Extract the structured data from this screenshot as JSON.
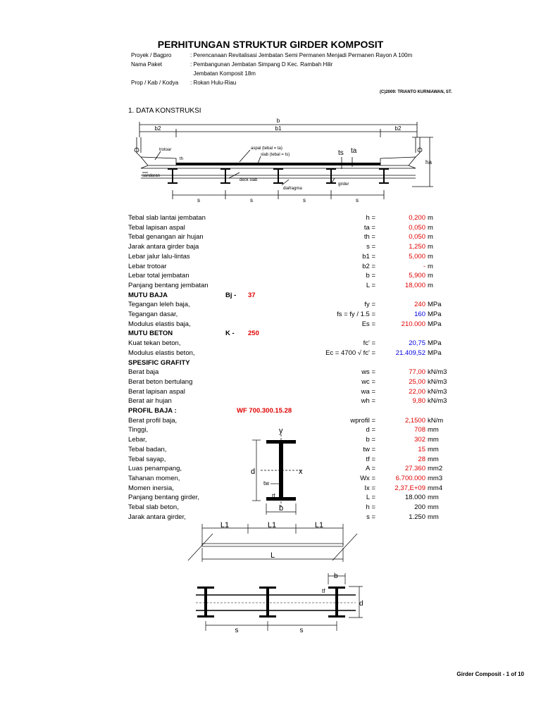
{
  "title": "PERHITUNGAN STRUKTUR GIRDER KOMPOSIT",
  "project": [
    {
      "label": "Proyek / Bagpro",
      "value": ": Perencanaan Revitalisasi Jembatan Semi Permanen Menjadi Permanen Rayon A 100m"
    },
    {
      "label": "Nama Paket",
      "value": ": Pembangunan Jembatan Simpang D Kec. Rambah Hilir"
    },
    {
      "label": "",
      "value": "  Jembatan Komposit 18m"
    },
    {
      "label": "Prop / Kab / Kodya",
      "value": ": Rokan Hulu-Riau"
    }
  ],
  "credit": "(C)2009: TRIANTO KURNIAWAN, ST.",
  "section_title": "1. DATA KONSTRUKSI",
  "diagram1": {
    "b": "b",
    "b1": "b1",
    "b2": "b2",
    "ts": "ts",
    "ta": "ta",
    "ha": "ha",
    "th": "th",
    "s": "s",
    "trotoar": "trotoar",
    "aspal": "aspal (tebal = ta)",
    "slab": "slab (tebal = ts)",
    "sandaran": "sandaran",
    "deck_slab": "deck slab",
    "diafragma": "diafragma",
    "girder": "girder"
  },
  "rows": [
    {
      "label": "Tebal slab lantai jembatan",
      "sym": "h =",
      "val": "0,200",
      "unit": "m",
      "c": "red"
    },
    {
      "label": "Tebal lapisan aspal",
      "sym": "ta =",
      "val": "0,050",
      "unit": "m",
      "c": "red"
    },
    {
      "label": "Tebal genangan air hujan",
      "sym": "th =",
      "val": "0,050",
      "unit": "m",
      "c": "red"
    },
    {
      "label": "Jarak antara girder baja",
      "sym": "s =",
      "val": "1,250",
      "unit": "m",
      "c": "red"
    },
    {
      "label": "Lebar jalur lalu-lintas",
      "sym": "b1 =",
      "val": "5,000",
      "unit": "m",
      "c": "red"
    },
    {
      "label": "Lebar trotoar",
      "sym": "b2 =",
      "val": "-",
      "unit": "m",
      "c": "red"
    },
    {
      "label": "Lebar total jembatan",
      "sym": "b =",
      "val": "5,900",
      "unit": "m",
      "c": "red"
    },
    {
      "label": "Panjang bentang jembatan",
      "sym": "L =",
      "val": "18,000",
      "unit": "m",
      "c": "red"
    },
    {
      "label": "MUTU BAJA",
      "bold": true,
      "mk": "Bj -",
      "mv": "37"
    },
    {
      "label": "Tegangan leleh baja,",
      "sym": "fy =",
      "val": "240",
      "unit": "MPa",
      "c": "red"
    },
    {
      "label": "Tegangan dasar,",
      "sym": "fs = fy / 1.5 =",
      "val": "160",
      "unit": "MPa",
      "c": "blue"
    },
    {
      "label": "Modulus elastis baja,",
      "sym": "Es =",
      "val": "210.000",
      "unit": "MPa",
      "c": "red"
    },
    {
      "label": "MUTU BETON",
      "bold": true,
      "mk": "K -",
      "mv": "250"
    },
    {
      "label": "Kuat tekan beton,",
      "sym": "fc' =",
      "val": "20,75",
      "unit": "MPa",
      "c": "blue"
    },
    {
      "label": "Modulus elastis beton,",
      "sym": "Ec = 4700 √ fc' =",
      "val": "21.409,52",
      "unit": "MPa",
      "c": "blue"
    },
    {
      "label": "SPESIFIC GRAFITY",
      "bold": true
    },
    {
      "label": "Berat baja",
      "sym": "ws =",
      "val": "77,00",
      "unit": "kN/m3",
      "c": "red"
    },
    {
      "label": "Berat beton bertulang",
      "sym": "wc =",
      "val": "25,00",
      "unit": "kN/m3",
      "c": "red"
    },
    {
      "label": "Berat lapisan aspal",
      "sym": "wa =",
      "val": "22,00",
      "unit": "kN/m3",
      "c": "red"
    },
    {
      "label": "Berat air hujan",
      "sym": "wh =",
      "val": "9,80",
      "unit": "kN/m3",
      "c": "red"
    },
    {
      "label": "PROFIL BAJA :",
      "bold": true,
      "profile": "WF 700.300.15.28"
    },
    {
      "label": "Berat profil baja,",
      "sym": "wprofil =",
      "val": "2,1500",
      "unit": "kN/m",
      "c": "red"
    },
    {
      "label": "Tinggi,",
      "sym": "d =",
      "val": "708",
      "unit": "mm",
      "c": "red"
    },
    {
      "label": "Lebar,",
      "sym": "b =",
      "val": "302",
      "unit": "mm",
      "c": "red"
    },
    {
      "label": "Tebal badan,",
      "sym": "tw =",
      "val": "15",
      "unit": "mm",
      "c": "red"
    },
    {
      "label": "Tebal sayap,",
      "sym": "tf =",
      "val": "28",
      "unit": "mm",
      "c": "red"
    },
    {
      "label": "Luas penampang,",
      "sym": "A =",
      "val": "27.360",
      "unit": "mm2",
      "c": "red"
    },
    {
      "label": "Tahanan momen,",
      "sym": "Wx =",
      "val": "6.700.000",
      "unit": "mm3",
      "c": "red"
    },
    {
      "label": "Momen inersia,",
      "sym": "Ix =",
      "val": "2,37,E+09",
      "unit": "mm4",
      "c": "red"
    },
    {
      "label": "Panjang bentang girder,",
      "sym": "L =",
      "val": "18.000",
      "unit": "mm",
      "c": "black"
    },
    {
      "label": "Tebal slab beton,",
      "sym": "h =",
      "val": "200",
      "unit": "mm",
      "c": "black"
    },
    {
      "label": "Jarak antara girder,",
      "sym": "s =",
      "val": "1.250",
      "unit": "mm",
      "c": "black"
    }
  ],
  "diagram2": {
    "y": "y",
    "x": "x",
    "d": "d",
    "tw": "tw",
    "tf": "tf",
    "b": "b"
  },
  "diagram3": {
    "L1": "L1",
    "L": "L"
  },
  "diagram4": {
    "b": "b",
    "tf": "tf",
    "d": "d",
    "s": "s"
  },
  "footer": "Girder Composit - 1 of 10"
}
